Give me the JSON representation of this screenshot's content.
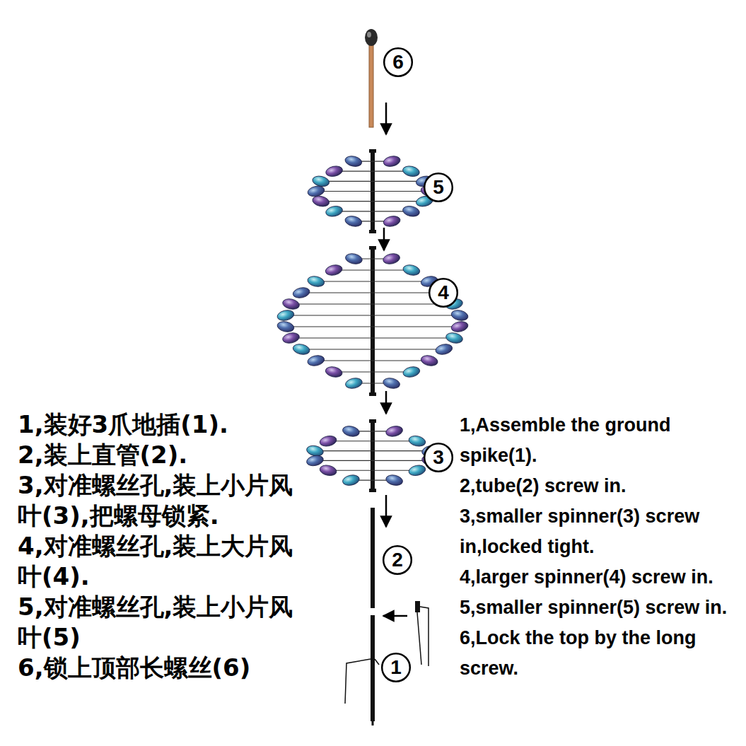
{
  "diagram": {
    "nodes": [
      {
        "text": [
          "6"
        ]
      },
      {
        "text": [
          "5"
        ]
      },
      {
        "text": [
          "4"
        ]
      },
      {
        "text": [
          "3"
        ]
      },
      {
        "text": [
          "2"
        ]
      },
      {
        "text": [
          "1"
        ]
      }
    ],
    "labels": [
      "1,装好3爪地插(1).",
      "2,装上直管(2).",
      "3,对准螺丝孔,装上小片风叶(3),把螺母锁紧.",
      "4,对准螺丝孔,装上大片风叶(4).",
      "5,对准螺丝孔,装上小片风叶(5)",
      "6,锁上顶部长螺丝(6)",
      "1,Assemble the ground spike(1).",
      "2,tube(2) screw in.",
      "3,smaller spinner(3) screw in,locked tight.",
      "4,larger spinner(4) screw in.",
      "5,smaller spinner(5) screw in.",
      "6,Lock the top by the long screw."
    ]
  }
}
